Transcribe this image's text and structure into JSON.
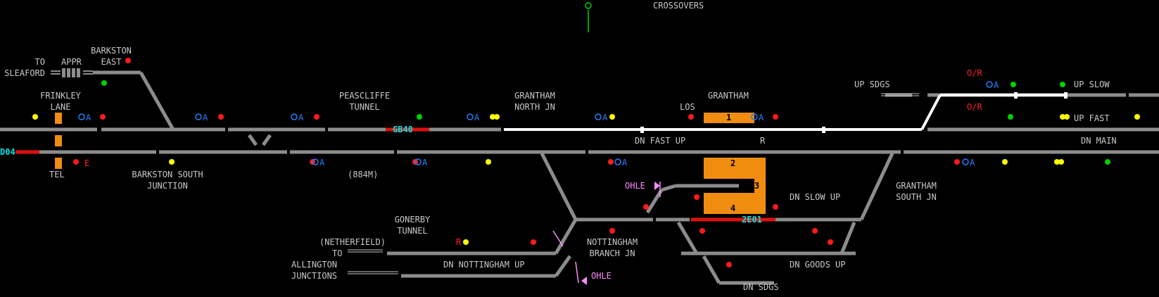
{
  "labels": {
    "crossovers": "CROSSOVERS",
    "to": "TO",
    "sleaford": "SLEAFORD",
    "appr": "APPR",
    "barkston_east_1": "BARKSTON",
    "barkston_east_2": "EAST",
    "frinkley_1": "FRINKLEY",
    "frinkley_2": "LANE",
    "peascliffe_1": "PEASCLIFFE",
    "peascliffe_2": "TUNNEL",
    "grantham_north_1": "GRANTHAM",
    "grantham_north_2": "NORTH JN",
    "los": "LOS",
    "grantham": "GRANTHAM",
    "up_sdgs": "UP SDGS",
    "or_1": "O/R",
    "or_2": "O/R",
    "up_slow": "UP SLOW",
    "up_fast": "UP FAST",
    "dn_main": "DN MAIN",
    "dn_fast_up": "DN FAST UP",
    "r": "R",
    "tel": "TEL",
    "e": "E",
    "barkston_south_1": "BARKSTON SOUTH",
    "barkston_south_2": "JUNCTION",
    "tunnel_884m": "(884M)",
    "ohle_1": "OHLE",
    "ohle_2": "OHLE",
    "dn_slow_up": "DN SLOW UP",
    "grantham_south_1": "GRANTHAM",
    "grantham_south_2": "SOUTH JN",
    "gonerby_1": "GONERBY",
    "gonerby_2": "TUNNEL",
    "netherfield": "(NETHERFIELD)",
    "to2": "TO",
    "allington_1": "ALLINGTON",
    "allington_2": "JUNCTIONS",
    "dn_nottingham_up": "DN NOTTINGHAM UP",
    "nottingham_branch_1": "NOTTINGHAM",
    "nottingham_branch_2": "BRANCH JN",
    "dn_goods_up": "DN GOODS UP",
    "dn_sdgs": "DN SDGS",
    "r_or": "R"
  },
  "berths": {
    "d04": "D04",
    "gb40": "GB40",
    "2e01": "2E01"
  },
  "platforms": {
    "p1": "1",
    "p2": "2",
    "p3": "3",
    "p4": "4"
  },
  "signal_marks": {
    "auto": "A"
  },
  "colors": {
    "background": "#000000",
    "track": "#8c8c8c",
    "route_set": "#ffffff",
    "occupied": "#e01010",
    "platform": "#f08c10",
    "berth_text": "#00e5e5",
    "label": "#c8c8c8",
    "signal_red": "#ff1a1a",
    "signal_yellow": "#ffff00",
    "signal_green": "#00d000",
    "signal_blue": "#2080ff",
    "ohle": "#ff8cff"
  },
  "icons": [
    "signal-red-icon",
    "signal-yellow-icon",
    "signal-green-icon",
    "auto-working-icon",
    "shunt-signal-icon",
    "ohle-marker-icon",
    "direction-arrow-icon"
  ]
}
